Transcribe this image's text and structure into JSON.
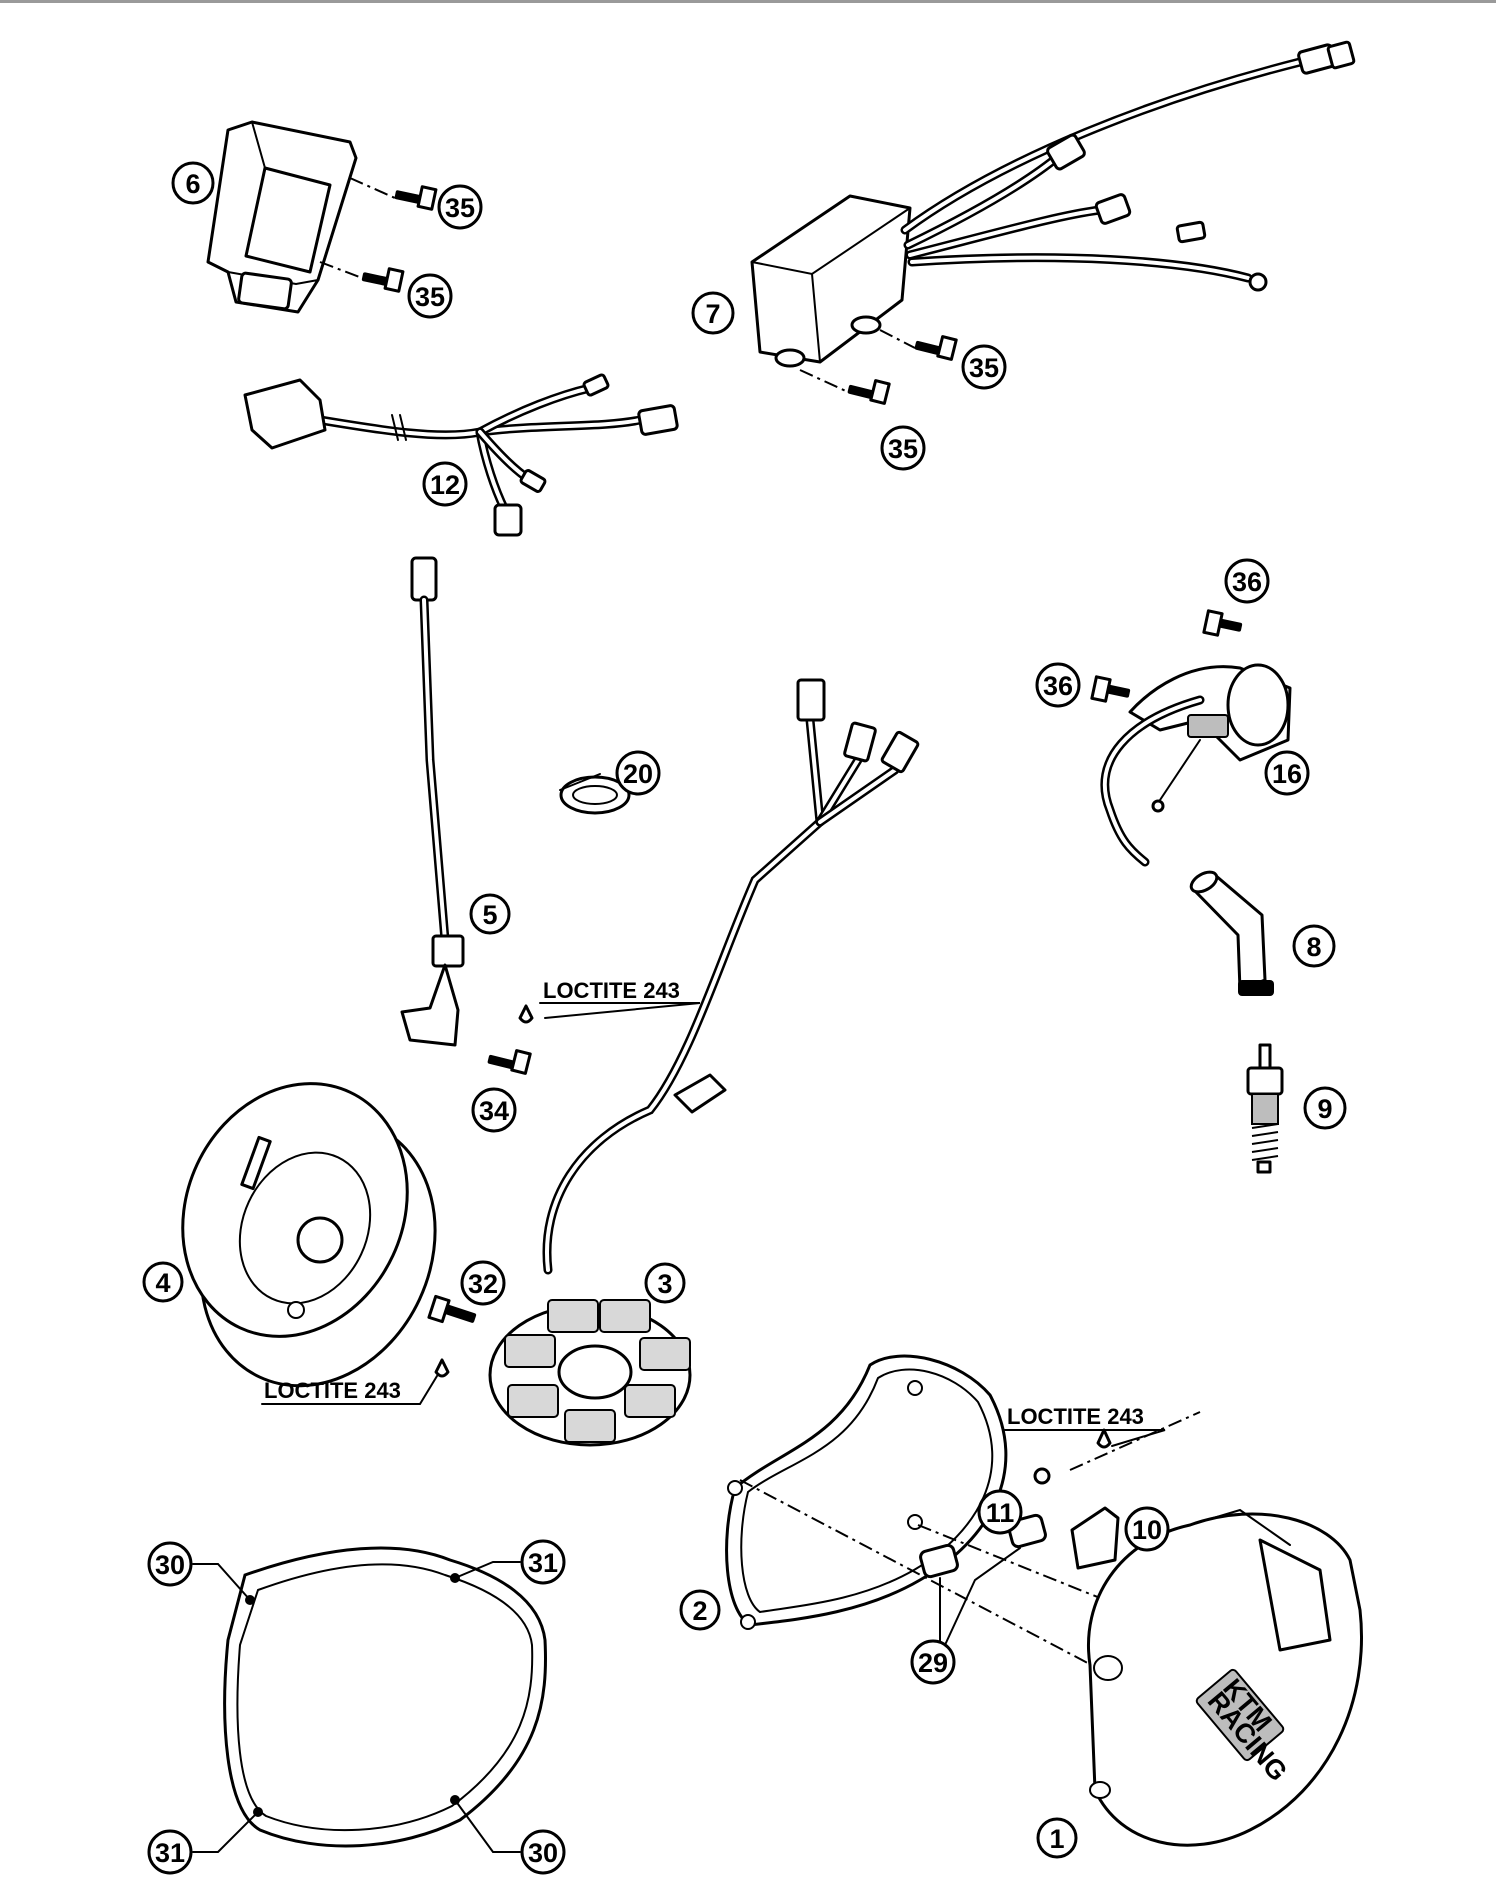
{
  "callouts": [
    {
      "id": "c1",
      "number": "1"
    },
    {
      "id": "c2",
      "number": "2"
    },
    {
      "id": "c3",
      "number": "3"
    },
    {
      "id": "c4",
      "number": "4"
    },
    {
      "id": "c5",
      "number": "5"
    },
    {
      "id": "c6",
      "number": "6"
    },
    {
      "id": "c7",
      "number": "7"
    },
    {
      "id": "c8",
      "number": "8"
    },
    {
      "id": "c9",
      "number": "9"
    },
    {
      "id": "c10",
      "number": "10"
    },
    {
      "id": "c11",
      "number": "11"
    },
    {
      "id": "c12",
      "number": "12"
    },
    {
      "id": "c16",
      "number": "16"
    },
    {
      "id": "c20",
      "number": "20"
    },
    {
      "id": "c29",
      "number": "29"
    },
    {
      "id": "c30a",
      "number": "30"
    },
    {
      "id": "c30b",
      "number": "30"
    },
    {
      "id": "c31a",
      "number": "31"
    },
    {
      "id": "c31b",
      "number": "31"
    },
    {
      "id": "c32",
      "number": "32"
    },
    {
      "id": "c34",
      "number": "34"
    },
    {
      "id": "c35a",
      "number": "35"
    },
    {
      "id": "c35b",
      "number": "35"
    },
    {
      "id": "c35c",
      "number": "35"
    },
    {
      "id": "c35d",
      "number": "35"
    },
    {
      "id": "c36a",
      "number": "36"
    },
    {
      "id": "c36b",
      "number": "36"
    }
  ],
  "notes": [
    {
      "id": "n1",
      "text": "LOCTITE 243"
    },
    {
      "id": "n2",
      "text": "LOCTITE 243"
    },
    {
      "id": "n3",
      "text": "LOCTITE 243"
    }
  ],
  "cover_logo": {
    "line1": "KTM",
    "line2": "RACING"
  }
}
